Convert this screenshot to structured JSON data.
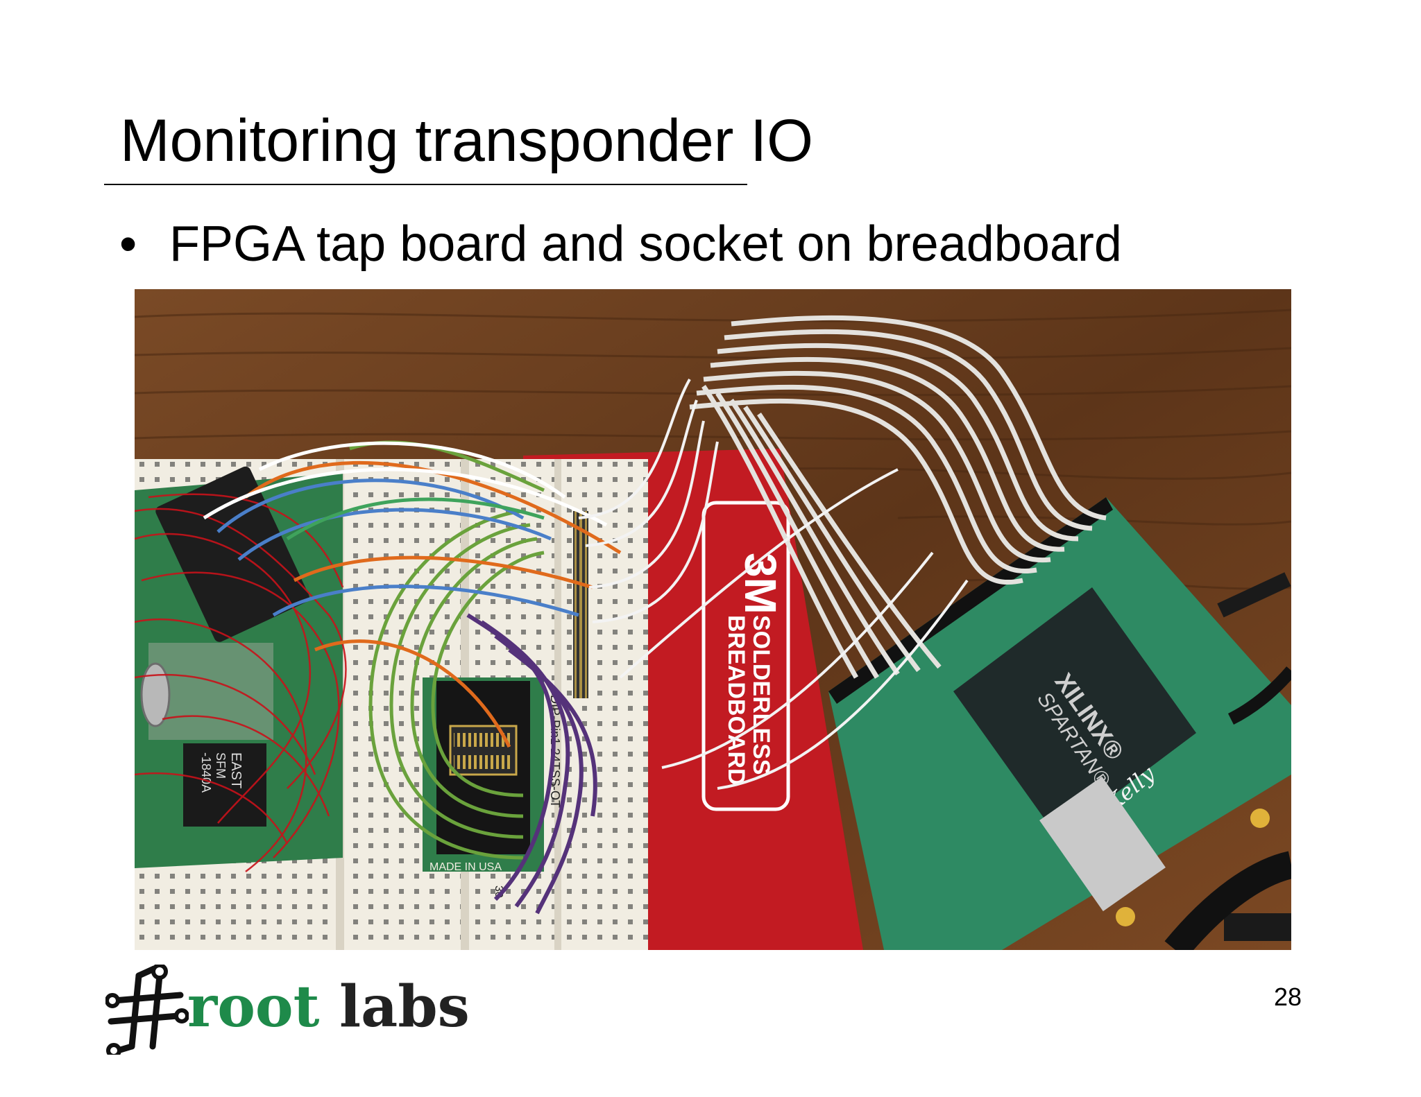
{
  "slide": {
    "title": "Monitoring transponder IO",
    "bullets": [
      {
        "marker": "•",
        "text": "FPGA tap board and socket on breadboard"
      }
    ],
    "page_number": "28"
  },
  "photo": {
    "labels": {
      "brand": "3M",
      "breadboard_line1": "SOLDERLESS",
      "breadboard_line2": "BREADBOARD",
      "fpga_brand": "XILINX®",
      "fpga_family": "SPARTAN®",
      "board_maker": "Opal Kelly",
      "chip_line1": "EAST",
      "chip_line2": "SFM",
      "chip_line3": "-1840A",
      "adapter_part": "DIP-Pin1 24TSS-OT",
      "adapter_origin": "MADE IN USA",
      "row_number": "30"
    }
  },
  "logo": {
    "word1": "root",
    "word2": "labs"
  },
  "colors": {
    "wood": "#6b3f1f",
    "breadboard": "#f1ede2",
    "red_base": "#c21b22",
    "pcb_green": "#2f7d4a",
    "logo_green": "#1e8a4a"
  }
}
